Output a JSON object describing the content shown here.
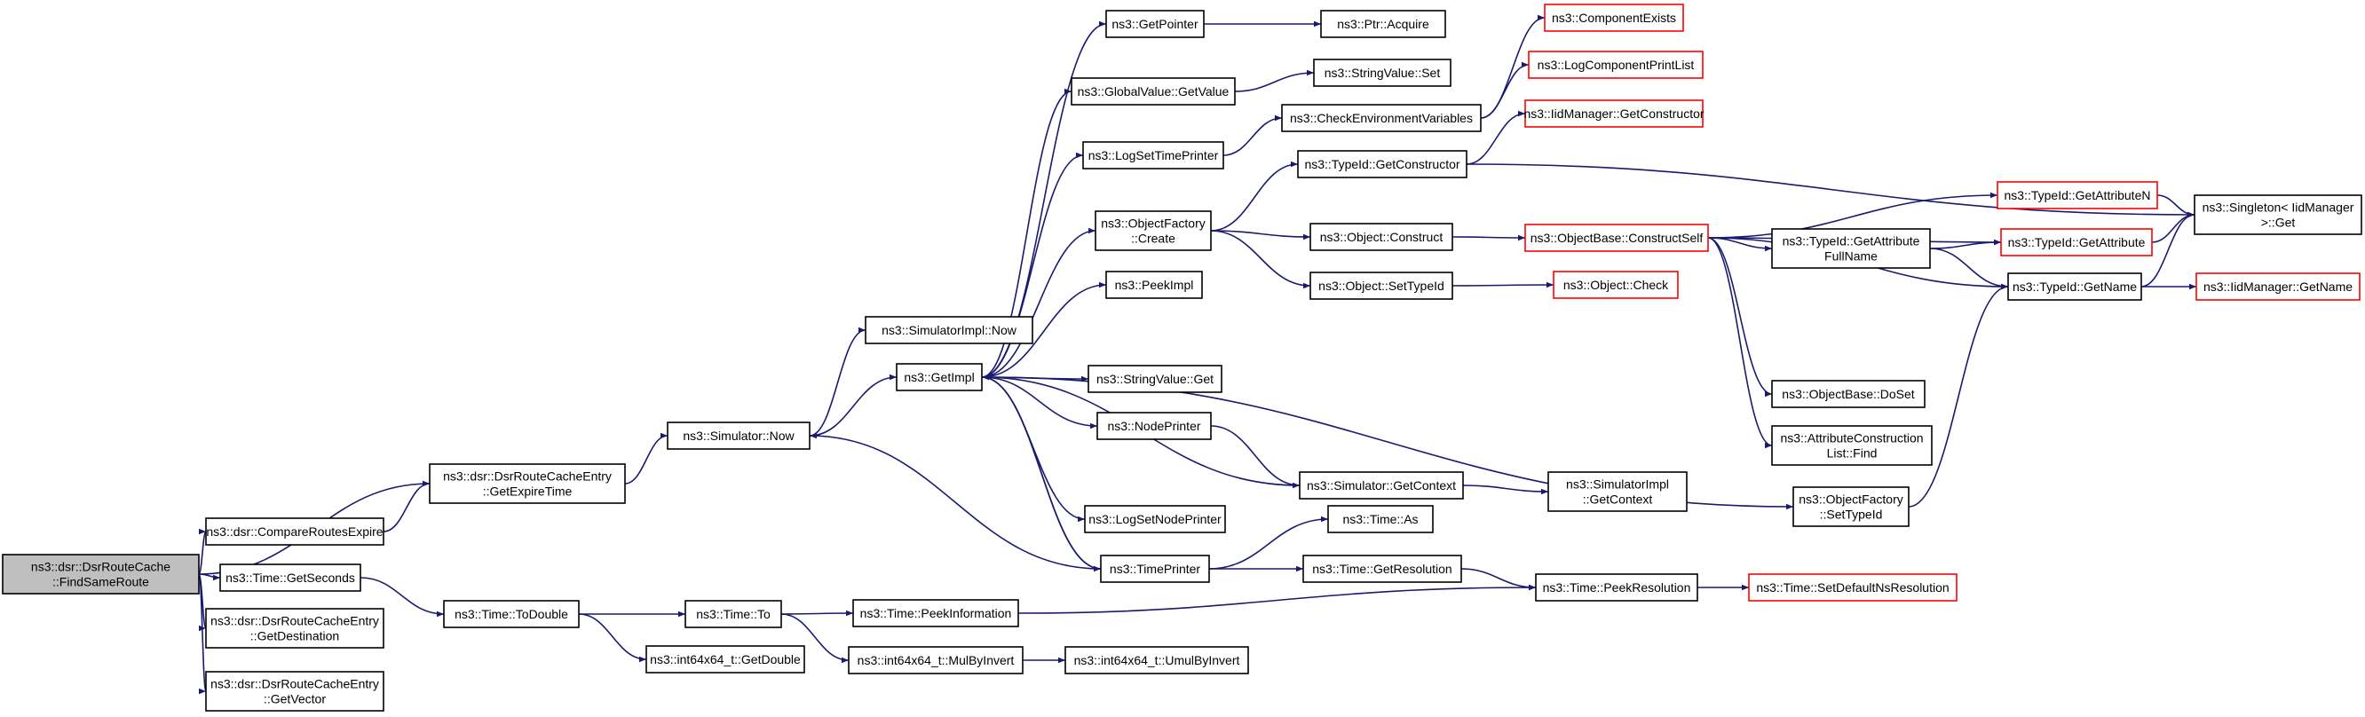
{
  "colors": {
    "normal_border": "#000000",
    "truncated_border": "#ff0000",
    "root_fill": "#bfbfbf",
    "node_fill": "#ffffff",
    "edge": "#191970"
  },
  "nodes": [
    {
      "id": "root",
      "lines": [
        "ns3::dsr::DsrRouteCache",
        "::FindSameRoute"
      ],
      "style": "root"
    },
    {
      "id": "getexp",
      "lines": [
        "ns3::dsr::DsrRouteCacheEntry",
        "::GetExpireTime"
      ],
      "style": "normal"
    },
    {
      "id": "cmp",
      "lines": [
        "ns3::dsr::CompareRoutesExpire"
      ],
      "style": "normal"
    },
    {
      "id": "getsec",
      "lines": [
        "ns3::Time::GetSeconds"
      ],
      "style": "normal"
    },
    {
      "id": "getdest",
      "lines": [
        "ns3::dsr::DsrRouteCacheEntry",
        "::GetDestination"
      ],
      "style": "normal"
    },
    {
      "id": "getvec",
      "lines": [
        "ns3::dsr::DsrRouteCacheEntry",
        "::GetVector"
      ],
      "style": "normal"
    },
    {
      "id": "simnow",
      "lines": [
        "ns3::Simulator::Now"
      ],
      "style": "normal"
    },
    {
      "id": "todouble",
      "lines": [
        "ns3::Time::ToDouble"
      ],
      "style": "normal"
    },
    {
      "id": "implnow",
      "lines": [
        "ns3::SimulatorImpl::Now"
      ],
      "style": "normal"
    },
    {
      "id": "getimpl",
      "lines": [
        "ns3::GetImpl"
      ],
      "style": "normal"
    },
    {
      "id": "timeto",
      "lines": [
        "ns3::Time::To"
      ],
      "style": "normal"
    },
    {
      "id": "getdbl",
      "lines": [
        "ns3::int64x64_t::GetDouble"
      ],
      "style": "normal"
    },
    {
      "id": "peekinfo",
      "lines": [
        "ns3::Time::PeekInformation"
      ],
      "style": "normal"
    },
    {
      "id": "mulinv",
      "lines": [
        "ns3::int64x64_t::MulByInvert"
      ],
      "style": "normal"
    },
    {
      "id": "umulinv",
      "lines": [
        "ns3::int64x64_t::UmulByInvert"
      ],
      "style": "normal"
    },
    {
      "id": "getptr",
      "lines": [
        "ns3::GetPointer"
      ],
      "style": "normal"
    },
    {
      "id": "gvget",
      "lines": [
        "ns3::GlobalValue::GetValue"
      ],
      "style": "normal"
    },
    {
      "id": "logtp",
      "lines": [
        "ns3::LogSetTimePrinter"
      ],
      "style": "normal"
    },
    {
      "id": "ofcreate",
      "lines": [
        "ns3::ObjectFactory",
        "::Create"
      ],
      "style": "normal"
    },
    {
      "id": "peekimpl",
      "lines": [
        "ns3::PeekImpl"
      ],
      "style": "normal"
    },
    {
      "id": "svget",
      "lines": [
        "ns3::StringValue::Get"
      ],
      "style": "normal"
    },
    {
      "id": "nodepr",
      "lines": [
        "ns3::NodePrinter"
      ],
      "style": "normal"
    },
    {
      "id": "logsnp",
      "lines": [
        "ns3::LogSetNodePrinter"
      ],
      "style": "normal"
    },
    {
      "id": "timepr",
      "lines": [
        "ns3::TimePrinter"
      ],
      "style": "normal"
    },
    {
      "id": "ptracq",
      "lines": [
        "ns3::Ptr::Acquire"
      ],
      "style": "normal"
    },
    {
      "id": "svset",
      "lines": [
        "ns3::StringValue::Set"
      ],
      "style": "normal"
    },
    {
      "id": "checkenv",
      "lines": [
        "ns3::CheckEnvironmentVariables"
      ],
      "style": "normal"
    },
    {
      "id": "tigetc",
      "lines": [
        "ns3::TypeId::GetConstructor"
      ],
      "style": "normal"
    },
    {
      "id": "objcons",
      "lines": [
        "ns3::Object::Construct"
      ],
      "style": "normal"
    },
    {
      "id": "objsettid",
      "lines": [
        "ns3::Object::SetTypeId"
      ],
      "style": "normal"
    },
    {
      "id": "simgetctx",
      "lines": [
        "ns3::Simulator::GetContext"
      ],
      "style": "normal"
    },
    {
      "id": "timeas",
      "lines": [
        "ns3::Time::As"
      ],
      "style": "normal"
    },
    {
      "id": "timegetres",
      "lines": [
        "ns3::Time::GetResolution"
      ],
      "style": "normal"
    },
    {
      "id": "compexists",
      "lines": [
        "ns3::ComponentExists"
      ],
      "style": "truncated"
    },
    {
      "id": "logcpl",
      "lines": [
        "ns3::LogComponentPrintList"
      ],
      "style": "truncated"
    },
    {
      "id": "iidgetc",
      "lines": [
        "ns3::IidManager::GetConstructor"
      ],
      "style": "truncated"
    },
    {
      "id": "obconstruct",
      "lines": [
        "ns3::ObjectBase::ConstructSelf"
      ],
      "style": "truncated"
    },
    {
      "id": "objcheck",
      "lines": [
        "ns3::Object::Check"
      ],
      "style": "truncated"
    },
    {
      "id": "implgetctx",
      "lines": [
        "ns3::SimulatorImpl",
        "::GetContext"
      ],
      "style": "normal"
    },
    {
      "id": "peekres",
      "lines": [
        "ns3::Time::PeekResolution"
      ],
      "style": "normal"
    },
    {
      "id": "tigetattrfn",
      "lines": [
        "ns3::TypeId::GetAttribute",
        "FullName"
      ],
      "style": "normal"
    },
    {
      "id": "obdoset",
      "lines": [
        "ns3::ObjectBase::DoSet"
      ],
      "style": "normal"
    },
    {
      "id": "acfind",
      "lines": [
        "ns3::AttributeConstruction",
        "List::Find"
      ],
      "style": "normal"
    },
    {
      "id": "ofsettid",
      "lines": [
        "ns3::ObjectFactory",
        "::SetTypeId"
      ],
      "style": "normal"
    },
    {
      "id": "setdefres",
      "lines": [
        "ns3::Time::SetDefaultNsResolution"
      ],
      "style": "truncated"
    },
    {
      "id": "tigetattrn",
      "lines": [
        "ns3::TypeId::GetAttributeN"
      ],
      "style": "truncated"
    },
    {
      "id": "tigetattr",
      "lines": [
        "ns3::TypeId::GetAttribute"
      ],
      "style": "truncated"
    },
    {
      "id": "tigetname",
      "lines": [
        "ns3::TypeId::GetName"
      ],
      "style": "normal"
    },
    {
      "id": "singleton",
      "lines": [
        "ns3::Singleton< IidManager",
        " >::Get"
      ],
      "style": "normal"
    },
    {
      "id": "iidgetname",
      "lines": [
        "ns3::IidManager::GetName"
      ],
      "style": "truncated"
    }
  ],
  "edges": [
    [
      "root",
      "getexp"
    ],
    [
      "root",
      "cmp"
    ],
    [
      "root",
      "getsec"
    ],
    [
      "root",
      "getdest"
    ],
    [
      "root",
      "getvec"
    ],
    [
      "cmp",
      "getexp"
    ],
    [
      "getexp",
      "simnow"
    ],
    [
      "getsec",
      "todouble"
    ],
    [
      "simnow",
      "implnow"
    ],
    [
      "simnow",
      "getimpl"
    ],
    [
      "todouble",
      "timeto"
    ],
    [
      "todouble",
      "getdbl"
    ],
    [
      "timeto",
      "peekinfo"
    ],
    [
      "timeto",
      "mulinv"
    ],
    [
      "mulinv",
      "umulinv"
    ],
    [
      "peekinfo",
      "peekres"
    ],
    [
      "getimpl",
      "getptr"
    ],
    [
      "getimpl",
      "gvget"
    ],
    [
      "getimpl",
      "logtp"
    ],
    [
      "getimpl",
      "ofcreate"
    ],
    [
      "getimpl",
      "peekimpl"
    ],
    [
      "getimpl",
      "svget"
    ],
    [
      "getimpl",
      "nodepr"
    ],
    [
      "getimpl",
      "logsnp"
    ],
    [
      "getimpl",
      "timepr"
    ],
    [
      "getimpl",
      "ofsettid"
    ],
    [
      "getptr",
      "ptracq"
    ],
    [
      "gvget",
      "svset"
    ],
    [
      "logtp",
      "checkenv"
    ],
    [
      "checkenv",
      "compexists"
    ],
    [
      "checkenv",
      "logcpl"
    ],
    [
      "ofcreate",
      "tigetc"
    ],
    [
      "ofcreate",
      "objcons"
    ],
    [
      "ofcreate",
      "objsettid"
    ],
    [
      "tigetc",
      "iidgetc"
    ],
    [
      "tigetc",
      "singleton"
    ],
    [
      "objcons",
      "obconstruct"
    ],
    [
      "objsettid",
      "objcheck"
    ],
    [
      "nodepr",
      "simgetctx"
    ],
    [
      "simgetctx",
      "getimpl"
    ],
    [
      "simgetctx",
      "implgetctx"
    ],
    [
      "timepr",
      "simnow"
    ],
    [
      "timepr",
      "getimpl"
    ],
    [
      "timepr",
      "timeas"
    ],
    [
      "timepr",
      "timegetres"
    ],
    [
      "timegetres",
      "peekres"
    ],
    [
      "peekres",
      "setdefres"
    ],
    [
      "obconstruct",
      "tigetattrn"
    ],
    [
      "obconstruct",
      "tigetattr"
    ],
    [
      "obconstruct",
      "tigetattrfn"
    ],
    [
      "obconstruct",
      "tigetname"
    ],
    [
      "obconstruct",
      "obdoset"
    ],
    [
      "obconstruct",
      "acfind"
    ],
    [
      "tigetattrn",
      "singleton"
    ],
    [
      "tigetattr",
      "singleton"
    ],
    [
      "tigetattrfn",
      "tigetattr"
    ],
    [
      "tigetattrfn",
      "tigetname"
    ],
    [
      "tigetname",
      "singleton"
    ],
    [
      "tigetname",
      "iidgetname"
    ],
    [
      "ofsettid",
      "tigetname"
    ]
  ]
}
